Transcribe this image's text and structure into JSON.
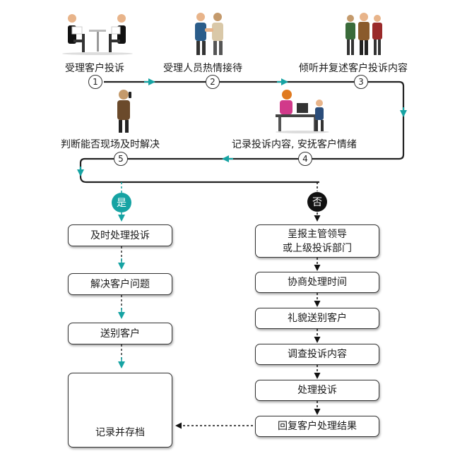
{
  "steps": [
    {
      "num": "1",
      "label": "受理客户投诉"
    },
    {
      "num": "2",
      "label": "受理人员热情接待"
    },
    {
      "num": "3",
      "label": "倾听并复述客户投诉内容"
    },
    {
      "num": "4",
      "label": "记录投诉内容, 安抚客户情绪"
    },
    {
      "num": "5",
      "label": "判断能否现场及时解决"
    }
  ],
  "decision": {
    "yes": "是",
    "no": "否"
  },
  "yes_branch": [
    "及时处理投诉",
    "解决客户问题",
    "送别客户"
  ],
  "no_branch": [
    "呈报主管领导\n或上级投诉部门",
    "协商处理时间",
    "礼貌送别客户",
    "调查投诉内容",
    "处理投诉",
    "回复客户处理结果"
  ],
  "final": "记录并存档",
  "colors": {
    "accent": "#16a3a3",
    "dark": "#111111",
    "line": "#222222"
  },
  "icons": [
    "two-people-meeting-icon",
    "handshake-icon",
    "three-people-icon",
    "receptionist-desk-icon",
    "person-on-phone-icon",
    "person-at-desk-icon"
  ]
}
